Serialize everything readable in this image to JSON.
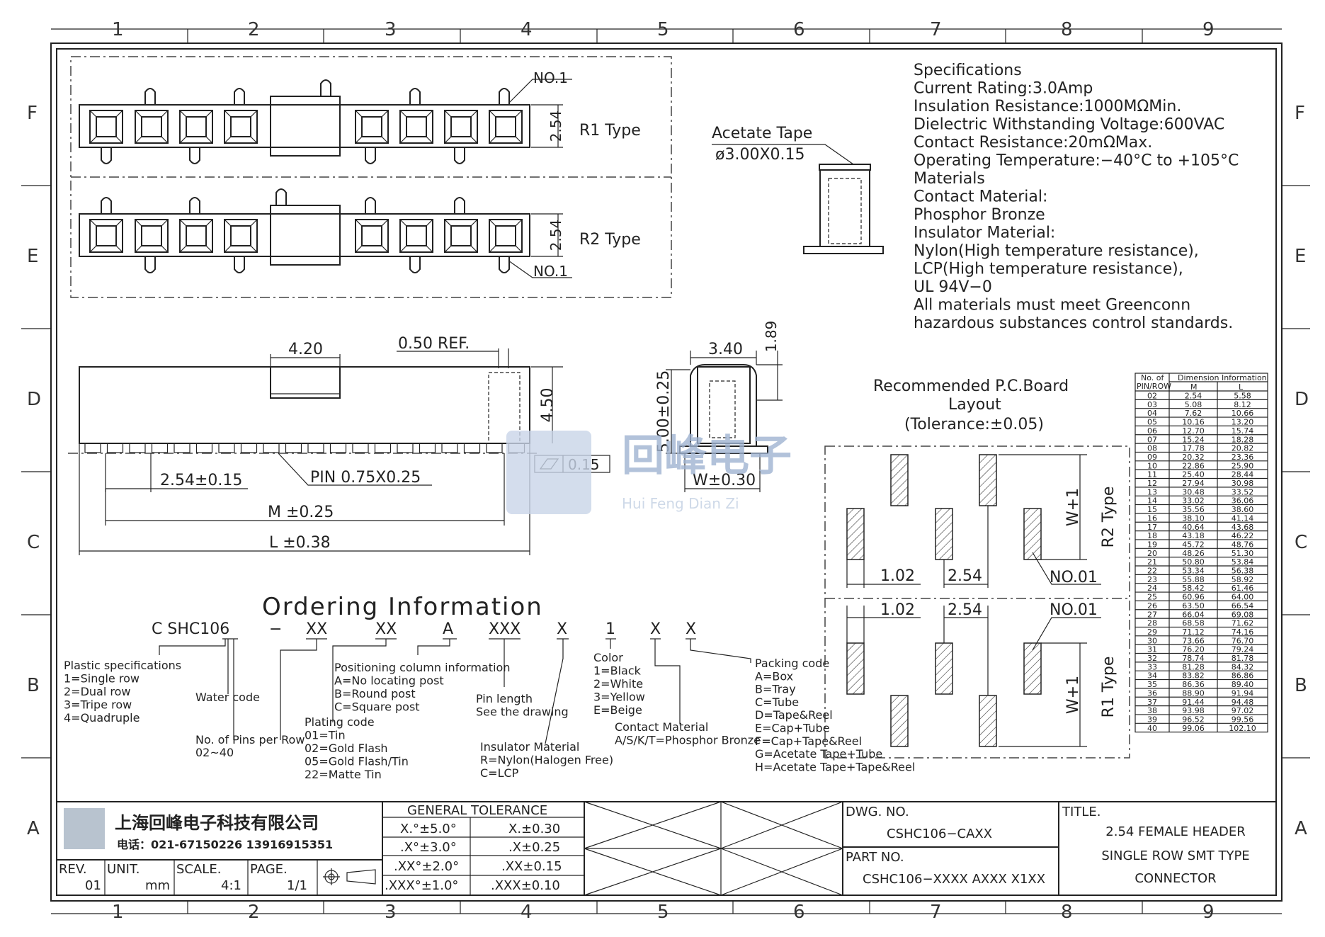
{
  "grid": {
    "cols": [
      "1",
      "2",
      "3",
      "4",
      "5",
      "6",
      "7",
      "8",
      "9"
    ],
    "rows": [
      "F",
      "E",
      "D",
      "C",
      "B",
      "A"
    ]
  },
  "top_view": {
    "no1_top": "NO.1",
    "no1_bottom": "NO.1",
    "pitch_r1": "2.54",
    "pitch_r2": "2.54",
    "r1_label": "R1  Type",
    "r2_label": "R2  Type"
  },
  "tape": {
    "label": "Acetate  Tape",
    "size": "ø3.00X0.15"
  },
  "specs": {
    "lines": [
      "Specifications",
      "Current  Rating:3.0Amp",
      "Insulation  Resistance:1000MΩMin.",
      "Dielectric  Withstanding  Voltage:600VAC",
      "Contact  Resistance:20mΩMax.",
      "Operating  Temperature:−40°C  to  +105°C",
      "Materials",
      "Contact  Material:",
      "Phosphor  Bronze",
      "Insulator  Material:",
      "Nylon(High  temperature  resistance),",
      "LCP(High  temperature  resistance),",
      "UL  94V−0",
      "All  materials  must  meet  Greenconn",
      "hazardous  substances  control  standards."
    ]
  },
  "side_view": {
    "d420": "4.20",
    "d050": "0.50  REF.",
    "d450": "4.50",
    "pitch": "2.54±0.15",
    "pin": "PIN  0.75X0.25",
    "m": "M  ±0.25",
    "l": "L  ±0.38",
    "flat": "0.15"
  },
  "end_view": {
    "d340": "3.40",
    "d189": "1.89",
    "d500": "5.00±0.25",
    "w": "W±0.30"
  },
  "pcb": {
    "title1": "Recommended  P.C.Board",
    "title2": "Layout",
    "title3": "(Tolerance:±0.05)",
    "d102a": "1.02",
    "d254a": "2.54",
    "no01a": "NO.01",
    "w1a": "W+1",
    "r2": "R2  Type",
    "d102b": "1.02",
    "d254b": "2.54",
    "no01b": "NO.01",
    "w1b": "W+1",
    "r1": "R1  Type"
  },
  "watermark": {
    "cn": "回峰电子",
    "en": "Hui Feng Dian Zi"
  },
  "ordering": {
    "title": "Ordering  Information",
    "code": [
      "C  SHC106",
      "−",
      "XX",
      "XX",
      "A",
      "XXX",
      "X",
      "1",
      "X",
      "X"
    ],
    "plastic": [
      "Plastic  specifications",
      "1=Single  row",
      "2=Dual  row",
      "3=Tripe  row",
      "4=Quadruple"
    ],
    "water": "Water  code",
    "pins": [
      "No. of Pins per Row",
      "02~40"
    ],
    "plating": [
      "Plating  code",
      "01=Tin",
      "02=Gold  Flash",
      "05=Gold  Flash/Tin",
      "22=Matte  Tin"
    ],
    "positioning": [
      "Positioning  column  information",
      "A=No  locating  post",
      "B=Round  post",
      "C=Square  post"
    ],
    "pinlen": [
      "Pin  length",
      "See  the  drawing"
    ],
    "insulator": [
      "Insulator  Material",
      "R=Nylon(Halogen  Free)",
      "C=LCP"
    ],
    "color": [
      "Color",
      "1=Black",
      "2=White",
      "3=Yellow",
      "E=Beige"
    ],
    "contact": [
      "Contact  Material",
      "A/S/K/T=Phosphor  Bronze"
    ],
    "packing": [
      "Packing  code",
      "A=Box",
      "B=Tray",
      "C=Tube",
      "D=Tape&Reel",
      "E=Cap+Tube",
      "F=Cap+Tape&Reel",
      "G=Acetate  Tape+Tube",
      "H=Acetate  Tape+Tape&Reel"
    ]
  },
  "dimtable": {
    "h1": "No. of",
    "h1b": "PIN/ROW",
    "h2": "Dimension  Information",
    "hm": "M",
    "hl": "L",
    "rows": [
      [
        "02",
        "2.54",
        "5.58"
      ],
      [
        "03",
        "5.08",
        "8.12"
      ],
      [
        "04",
        "7.62",
        "10.66"
      ],
      [
        "05",
        "10.16",
        "13.20"
      ],
      [
        "06",
        "12.70",
        "15.74"
      ],
      [
        "07",
        "15.24",
        "18.28"
      ],
      [
        "08",
        "17.78",
        "20.82"
      ],
      [
        "09",
        "20.32",
        "23.36"
      ],
      [
        "10",
        "22.86",
        "25.90"
      ],
      [
        "11",
        "25.40",
        "28.44"
      ],
      [
        "12",
        "27.94",
        "30.98"
      ],
      [
        "13",
        "30.48",
        "33.52"
      ],
      [
        "14",
        "33.02",
        "36.06"
      ],
      [
        "15",
        "35.56",
        "38.60"
      ],
      [
        "16",
        "38.10",
        "41.14"
      ],
      [
        "17",
        "40.64",
        "43.68"
      ],
      [
        "18",
        "43.18",
        "46.22"
      ],
      [
        "19",
        "45.72",
        "48.76"
      ],
      [
        "20",
        "48.26",
        "51.30"
      ],
      [
        "21",
        "50.80",
        "53.84"
      ],
      [
        "22",
        "53.34",
        "56.38"
      ],
      [
        "23",
        "55.88",
        "58.92"
      ],
      [
        "24",
        "58.42",
        "61.46"
      ],
      [
        "25",
        "60.96",
        "64.00"
      ],
      [
        "26",
        "63.50",
        "66.54"
      ],
      [
        "27",
        "66.04",
        "69.08"
      ],
      [
        "28",
        "68.58",
        "71.62"
      ],
      [
        "29",
        "71.12",
        "74.16"
      ],
      [
        "30",
        "73.66",
        "76.70"
      ],
      [
        "31",
        "76.20",
        "79.24"
      ],
      [
        "32",
        "78.74",
        "81.78"
      ],
      [
        "33",
        "81.28",
        "84.32"
      ],
      [
        "34",
        "83.82",
        "86.86"
      ],
      [
        "35",
        "86.36",
        "89.40"
      ],
      [
        "36",
        "88.90",
        "91.94"
      ],
      [
        "37",
        "91.44",
        "94.48"
      ],
      [
        "38",
        "93.98",
        "97.02"
      ],
      [
        "39",
        "96.52",
        "99.56"
      ],
      [
        "40",
        "99.06",
        "102.10"
      ]
    ]
  },
  "titleblock": {
    "company": "上海回峰电子科技有限公司",
    "phone": "电话：021-67150226  13916915351",
    "rev_label": "REV.",
    "rev": "01",
    "unit_label": "UNIT.",
    "unit": "mm",
    "scale_label": "SCALE.",
    "scale": "4:1",
    "page_label": "PAGE.",
    "page": "1/1",
    "tol_title": "GENERAL  TOLERANCE",
    "tol": [
      [
        "X.°±5.0°",
        "X.±0.30"
      ],
      [
        ".X°±3.0°",
        ".X±0.25"
      ],
      [
        ".XX°±2.0°",
        ".XX±0.15"
      ],
      [
        ".XXX°±1.0°",
        ".XXX±0.10"
      ]
    ],
    "dwg_label": "DWG.  NO.",
    "dwg": "CSHC106−CAXX",
    "part_label": "PART  NO.",
    "part": "CSHC106−XXXX  AXXX  X1XX",
    "title_label": "TITLE.",
    "title1": "2.54  FEMALE  HEADER",
    "title2": "SINGLE  ROW  SMT  TYPE",
    "title3": "CONNECTOR"
  }
}
